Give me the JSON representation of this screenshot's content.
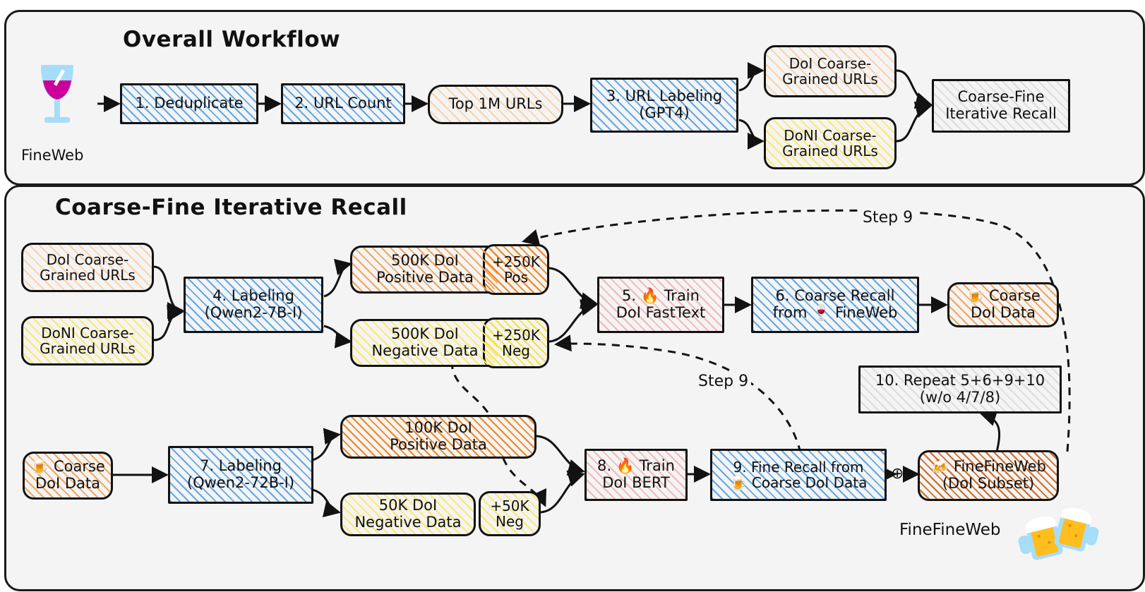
{
  "figure": {
    "panels": [
      {
        "title": "Overall Workflow"
      },
      {
        "title": "Coarse-Fine Iterative Recall"
      }
    ]
  },
  "overall_workflow": {
    "source": {
      "label": "FineWeb",
      "icon": "wine-glass-icon"
    },
    "nodes": [
      {
        "id": "dedup",
        "label": "1. Deduplicate"
      },
      {
        "id": "count",
        "label": "2. URL Count"
      },
      {
        "id": "top1m",
        "label": "Top 1M URLs"
      },
      {
        "id": "label3",
        "label": "3. URL Labeling\n(GPT4)"
      },
      {
        "id": "doi_urls",
        "label": "DoI Coarse-\nGrained URLs"
      },
      {
        "id": "doni_urls",
        "label": "DoNI Coarse-\nGrained URLs"
      },
      {
        "id": "cfir",
        "label": "Coarse-Fine\nIterative Recall"
      }
    ]
  },
  "coarse_fine_recall": {
    "nodes": [
      {
        "id": "doi_urls2",
        "label": "DoI Coarse-\nGrained URLs"
      },
      {
        "id": "doni_urls2",
        "label": "DoNI Coarse-\nGrained URLs"
      },
      {
        "id": "label4",
        "label": "4. Labeling\n(Qwen2-7B-I)"
      },
      {
        "id": "pos500k",
        "label": "500K DoI\nPositive Data"
      },
      {
        "id": "pos500k_add",
        "label": "+250K\nPos"
      },
      {
        "id": "neg500k",
        "label": "500K DoI\nNegative Data"
      },
      {
        "id": "neg500k_add",
        "label": "+250K\nNeg"
      },
      {
        "id": "train5",
        "label": "5. 🔥 Train\nDoI FastText",
        "icon": "fire-icon"
      },
      {
        "id": "recall6",
        "label": "6. Coarse Recall\nfrom 🍷 FineWeb",
        "icon": "wine-glass-icon"
      },
      {
        "id": "coarse_doi",
        "label": "🍺 Coarse\nDoI Data",
        "icon": "beer-icon"
      },
      {
        "id": "coarse_doi2",
        "label": "🍺 Coarse\nDoI Data",
        "icon": "beer-icon"
      },
      {
        "id": "label7",
        "label": "7. Labeling\n(Qwen2-72B-I)"
      },
      {
        "id": "pos100k",
        "label": "100K DoI\nPositive Data"
      },
      {
        "id": "neg50k",
        "label": "50K DoI\nNegative Data"
      },
      {
        "id": "neg50k_add",
        "label": "+50K\nNeg"
      },
      {
        "id": "train8",
        "label": "8. 🔥 Train\nDoI BERT",
        "icon": "fire-icon"
      },
      {
        "id": "recall9",
        "label": "9. Fine Recall from\n🍺 Coarse DoI Data",
        "icon": "beer-icon"
      },
      {
        "id": "finefineweb",
        "label": "🍻 FineFineWeb\n(DoI Subset)",
        "icon": "clinking-beer-icon"
      },
      {
        "id": "repeat10",
        "label": "10. Repeat 5+6+9+10\n(w/o 4/7/8)"
      }
    ],
    "edge_labels": [
      {
        "id": "step9_top",
        "label": "Step 9"
      },
      {
        "id": "step9_middle",
        "label": "Step 9"
      }
    ],
    "merge_operator": "⊕",
    "output": {
      "label": "FineFineWeb",
      "icon": "clinking-beer-icon"
    }
  },
  "colors": {
    "panel_bg": "#f4f4f4",
    "stroke": "#121212",
    "blue_hatch": "#5fa8e8",
    "orange_hatch": "#f5a45a",
    "orange_dark_hatch": "#f0861f",
    "orange_brown_hatch": "#d2691e",
    "yellow_hatch": "#fbe96b",
    "pink_hatch": "#f2b8b8",
    "grey_hatch": "#dcdcdc",
    "wine_magenta": "#cc0099",
    "glass_blue": "#a5ddfa",
    "beer_amber": "#ffbe1f",
    "fire_orange": "#ff8c1a"
  }
}
